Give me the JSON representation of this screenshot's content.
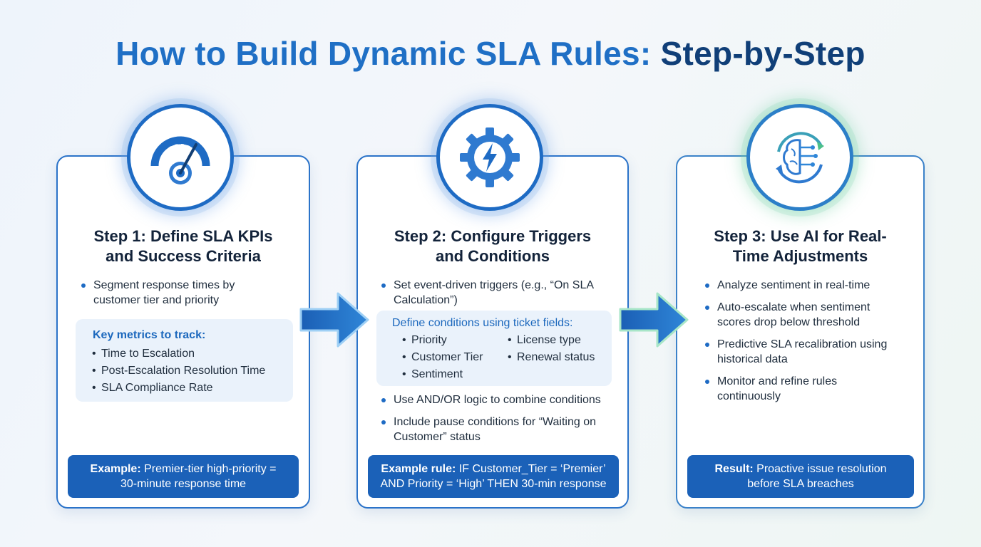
{
  "title": {
    "part1": "How to Build Dynamic SLA Rules: ",
    "part2": "Step-by-Step"
  },
  "colors": {
    "primary": "#1e6bc4",
    "dark": "#103f78",
    "banner": "#1b61b8",
    "box": "#eaf2fb",
    "ai_accent": "#4cc08a"
  },
  "steps": [
    {
      "icon": "gauge-target-icon",
      "title_lines": [
        "Step 1: Define SLA KPIs",
        "and Success Criteria"
      ],
      "bullets": [
        {
          "lines": [
            "Segment response times by",
            "customer tier and priority"
          ]
        }
      ],
      "box": {
        "heading": "Key metrics to track:",
        "items": [
          "Time to Escalation",
          "Post-Escalation Resolution Time",
          "SLA Compliance Rate"
        ]
      },
      "banner": {
        "label": "Example:",
        "lines": [
          " Premier-tier high-priority =",
          "30-minute response time"
        ]
      }
    },
    {
      "icon": "gear-lightning-icon",
      "title_lines": [
        "Step 2: Configure Triggers",
        "and Conditions"
      ],
      "bullets_top": [
        {
          "lines": [
            "Set event-driven triggers (e.g., “On SLA",
            "Calculation”)"
          ]
        }
      ],
      "box": {
        "heading": "Define conditions using ticket fields:",
        "col1": [
          "Priority",
          "Customer Tier",
          "Sentiment"
        ],
        "col2": [
          "License type",
          "Renewal status"
        ]
      },
      "bullets_bottom": [
        {
          "lines": [
            "Use AND/OR logic to combine conditions"
          ]
        },
        {
          "lines": [
            "Include pause conditions for “Waiting on",
            "Customer” status"
          ]
        }
      ],
      "banner": {
        "label": "Example rule:",
        "lines": [
          " IF Customer_Tier = ‘Premier’",
          "AND Priority = ‘High’ THEN 30-min response"
        ]
      }
    },
    {
      "icon": "ai-brain-icon",
      "title_lines": [
        "Step 3: Use AI for Real-",
        "Time Adjustments"
      ],
      "bullets": [
        {
          "lines": [
            "Analyze sentiment in real-time"
          ]
        },
        {
          "lines": [
            "Auto-escalate when sentiment",
            "scores drop below threshold"
          ]
        },
        {
          "lines": [
            "Predictive SLA recalibration using",
            "historical data"
          ]
        },
        {
          "lines": [
            "Monitor and refine rules",
            "continuously"
          ]
        }
      ],
      "banner": {
        "label": "Result:",
        "lines": [
          " Proactive issue resolution",
          "before SLA breaches"
        ]
      }
    }
  ]
}
